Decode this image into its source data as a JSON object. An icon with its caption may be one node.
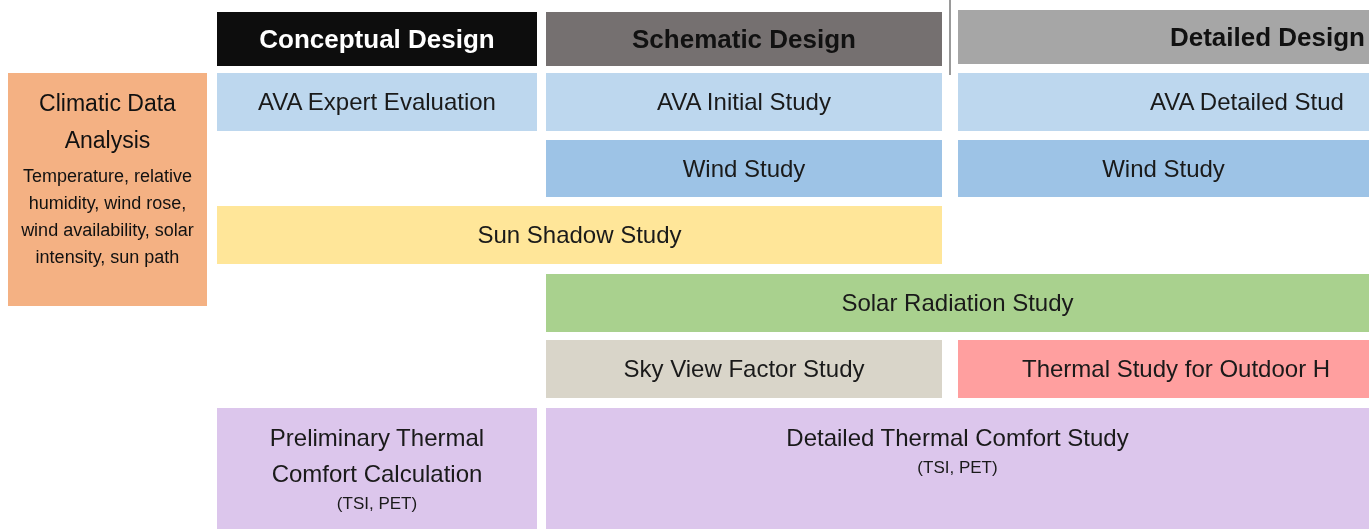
{
  "diagram": {
    "nodes": [
      {
        "text": [
          "Conceptual Design"
        ]
      },
      {
        "text": [
          "Schematic Design"
        ]
      },
      {
        "text": [
          "Detailed Design"
        ]
      },
      {
        "text": [
          "Climatic Data Analysis",
          "Temperature, relative humidity, wind rose, wind availability, solar intensity, sun path"
        ]
      },
      {
        "text": [
          "AVA Expert Evaluation"
        ]
      },
      {
        "text": [
          "AVA Initial Study"
        ]
      },
      {
        "text": [
          "AVA Detailed Stud"
        ]
      },
      {
        "text": [
          "Wind Study"
        ]
      },
      {
        "text": [
          "Wind Study"
        ]
      },
      {
        "text": [
          "Sun Shadow Study"
        ]
      },
      {
        "text": [
          "Solar Radiation Study"
        ]
      },
      {
        "text": [
          "Sky View Factor Study"
        ]
      },
      {
        "text": [
          "Thermal Study for Outdoor H"
        ]
      },
      {
        "text": [
          "Preliminary Thermal Comfort Calculation",
          "(TSI, PET)"
        ]
      },
      {
        "text": [
          "Detailed Thermal Comfort Study",
          "(TSI, PET)"
        ]
      }
    ]
  }
}
